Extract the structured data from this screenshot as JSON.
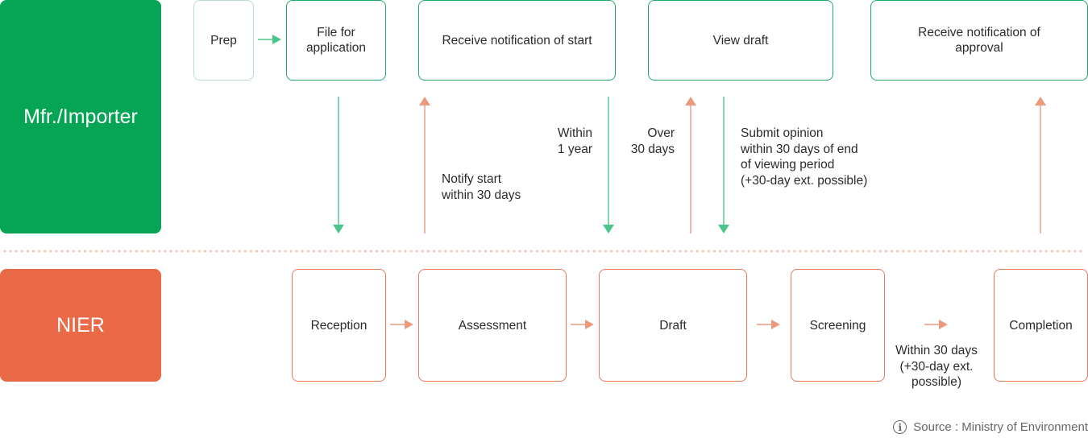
{
  "lanes": {
    "top": "Mfr./Importer",
    "bottom": "NIER"
  },
  "top_steps": {
    "prep": "Prep",
    "file": [
      "File for",
      "application"
    ],
    "notif_start": "Receive notification of start",
    "view_draft": "View draft",
    "notif_approval": [
      "Receive notification of",
      "approval"
    ]
  },
  "bottom_steps": {
    "reception": "Reception",
    "assessment": "Assessment",
    "draft": "Draft",
    "screening": "Screening",
    "completion": "Completion"
  },
  "annotations": {
    "notify_start": [
      "Notify start",
      "within 30 days"
    ],
    "within_year": [
      "Within",
      "1 year"
    ],
    "over_30": [
      "Over",
      "30 days"
    ],
    "submit_opinion": [
      "Submit opinion",
      "within 30 days of end",
      "of viewing period",
      "(+30-day ext. possible)"
    ],
    "screening_time": [
      "Within 30 days",
      "(+30-day ext.",
      "possible)"
    ]
  },
  "source": "Source : Ministry of Environment",
  "colors": {
    "green": "#06a555",
    "orange": "#ea6a47",
    "green_arrow": "#4dc58a",
    "orange_arrow": "#eb9a80"
  }
}
